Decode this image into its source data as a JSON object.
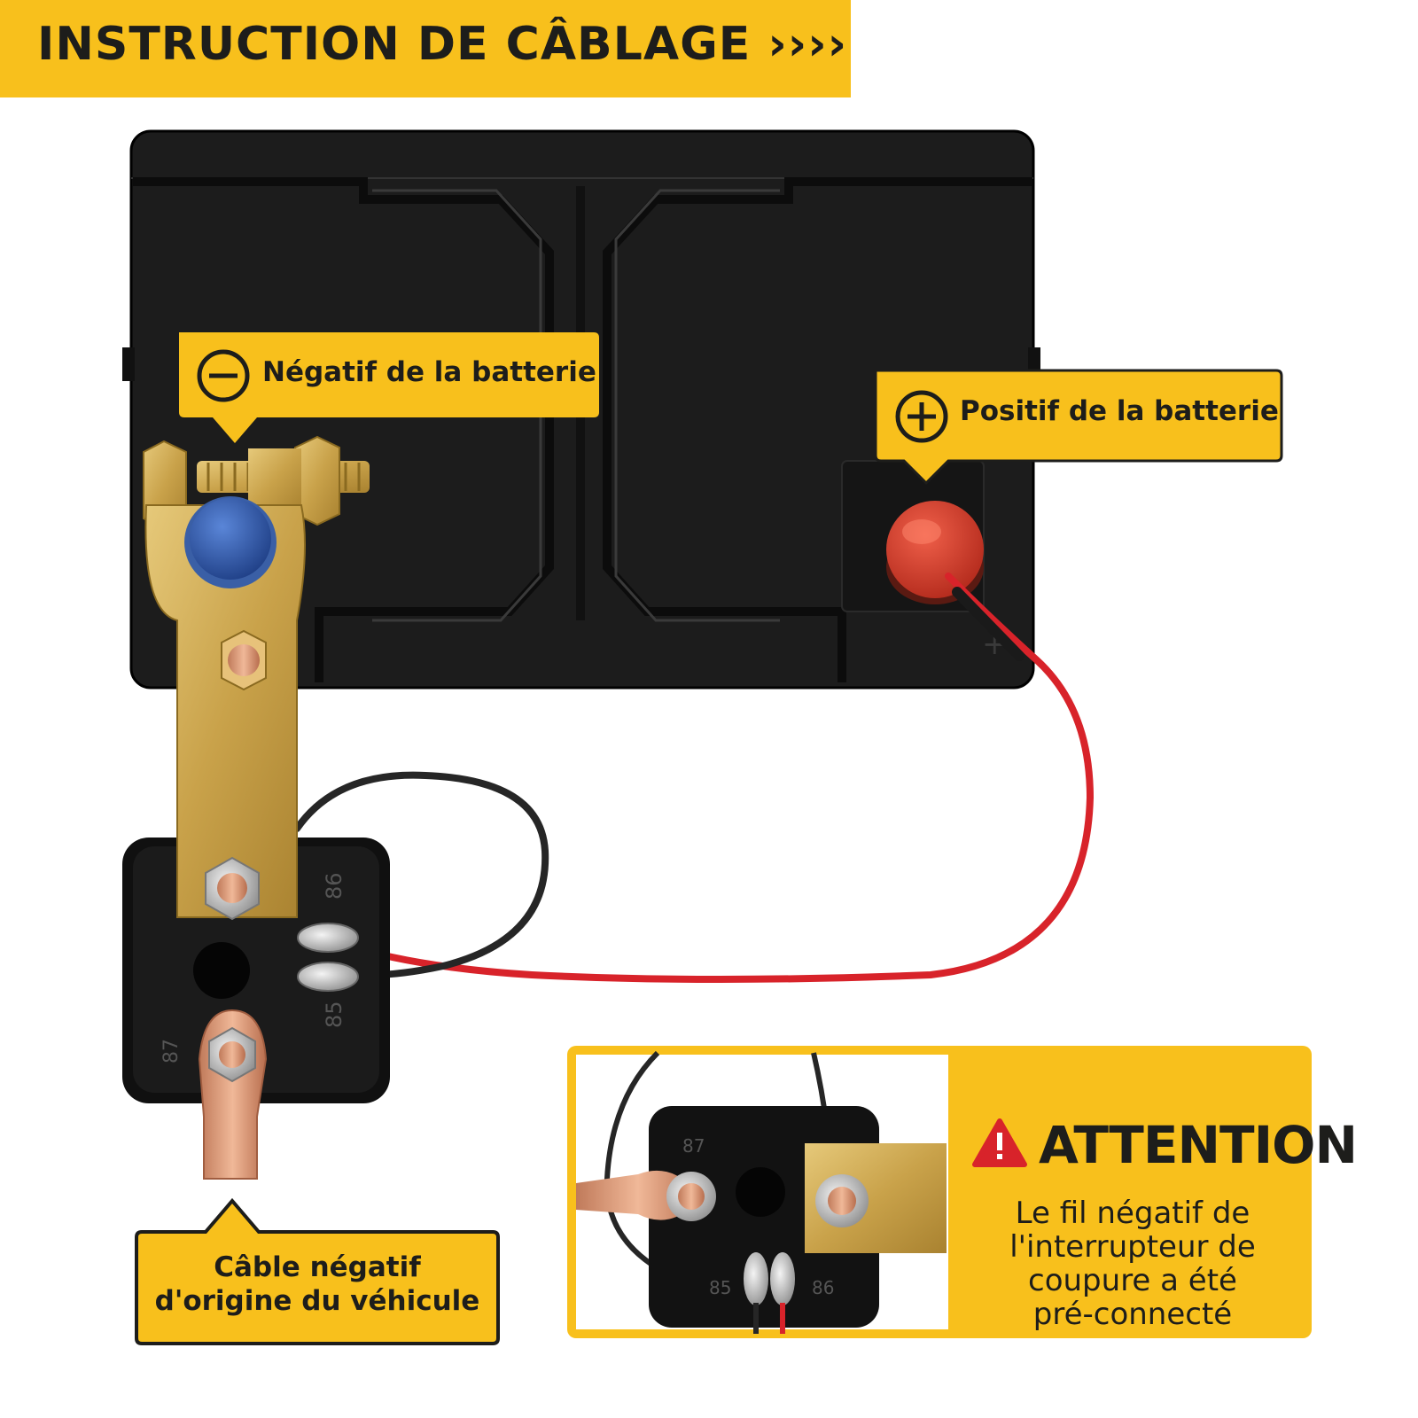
{
  "header": {
    "title": "INSTRUCTION DE CÂBLAGE ››››"
  },
  "labels": {
    "negative": "Négatif de la batterie",
    "positive": "Positif de la batterie",
    "vehicle_cable_line1": "Câble négatif",
    "vehicle_cable_line2": "d'origine du véhicule",
    "terminal_86": "86",
    "terminal_85": "85",
    "terminal_87": "87",
    "battery_plus_mark": "+"
  },
  "attention": {
    "title": "ATTENTION",
    "body_line1": "Le fil négatif de",
    "body_line2": "l'interrupteur de",
    "body_line3": "coupure a été",
    "body_line4": "pré-connecté"
  },
  "colors": {
    "accent": "#f8c01c",
    "dark": "#1d1d1b",
    "battery": "#1a1a1a",
    "negative_terminal": "#2f5fb3",
    "positive_terminal": "#e0402e",
    "brass": "#c9a24a",
    "copper": "#d9987a",
    "red_wire": "#d8232a"
  },
  "icons": {
    "negative": "minus-circle-icon",
    "positive": "plus-circle-icon",
    "warning": "warning-triangle-icon"
  }
}
